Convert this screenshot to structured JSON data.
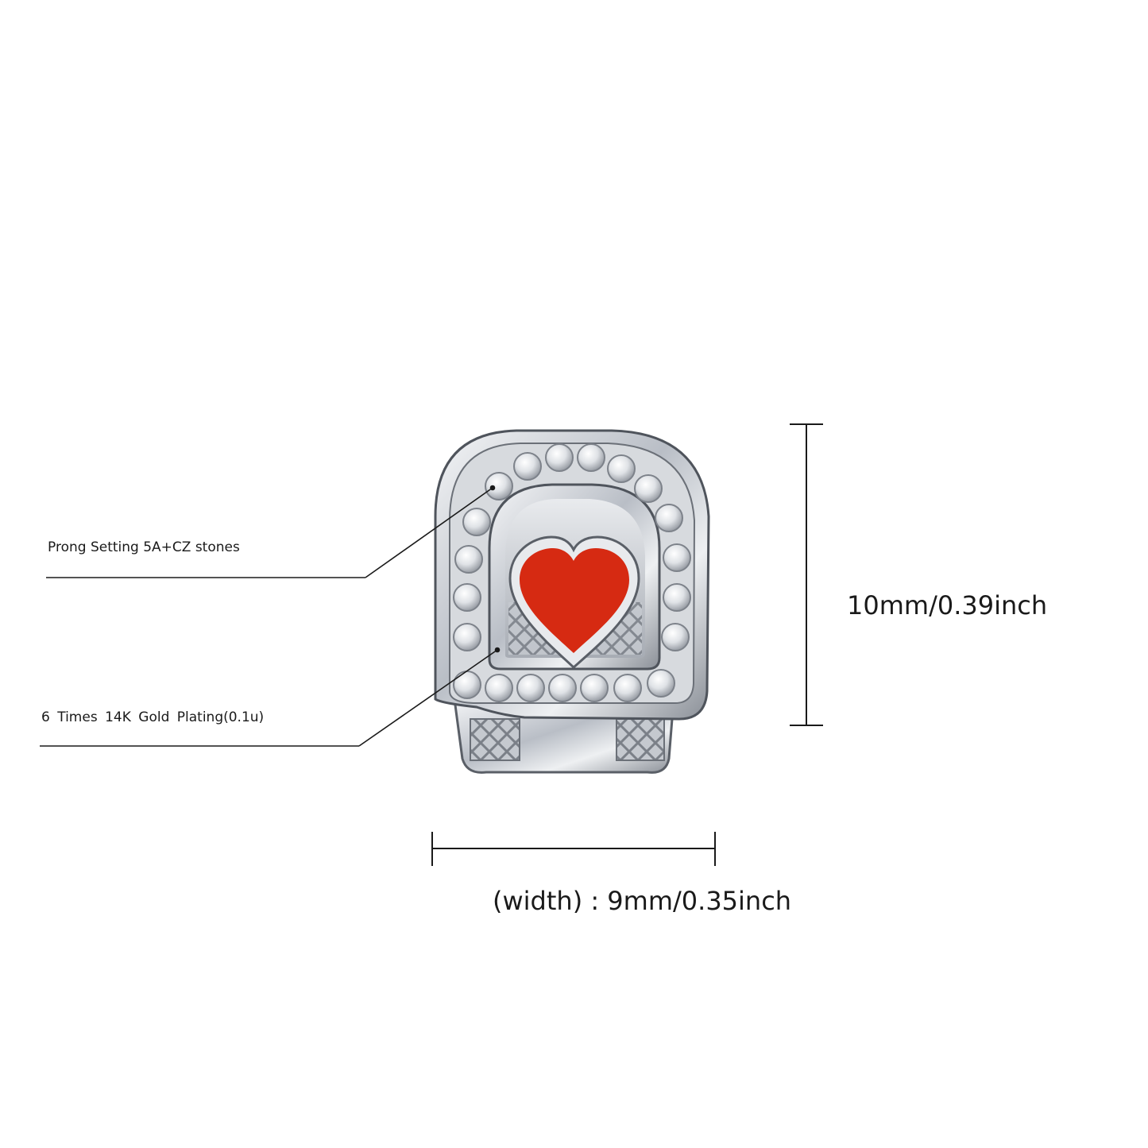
{
  "callouts": {
    "stones": "Prong Setting 5A+CZ stones",
    "plating": "6 Times  14K  Gold  Plating(0.1u)"
  },
  "dimensions": {
    "height": "10mm/0.39inch",
    "width": "(width) : 9mm/0.35inch"
  },
  "colors": {
    "metal": "#c9cdd3",
    "metal_dark": "#6b7078",
    "enamel": "#d62a12",
    "line": "#1a1a1a"
  },
  "icons": {
    "product": "heart-grillz-tooth-icon"
  }
}
